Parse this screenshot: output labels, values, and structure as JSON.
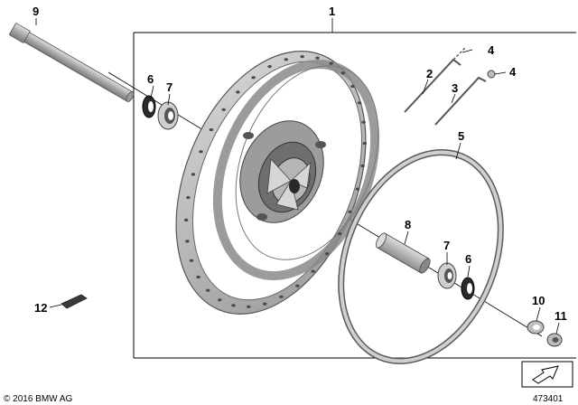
{
  "callouts": {
    "c1": "1",
    "c2": "2",
    "c3": "3",
    "c4a": "4",
    "c4b": "4",
    "c5": "5",
    "c6a": "6",
    "c6b": "6",
    "c7a": "7",
    "c7b": "7",
    "c8": "8",
    "c9": "9",
    "c10": "10",
    "c11": "11",
    "c12": "12"
  },
  "footer": {
    "copyright": "© 2016 BMW AG",
    "diagram_number": "473401"
  },
  "icons": {
    "nav_arrow": "arrow-down-left-icon"
  }
}
